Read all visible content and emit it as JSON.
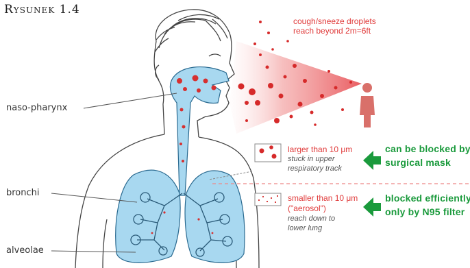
{
  "figure_label": "Rysunek 1.4",
  "anatomy_labels": {
    "naso_pharynx": "naso-pharynx",
    "bronchi": "bronchi",
    "alveolae": "alveolae"
  },
  "droplet_cone": {
    "line1": "cough/sneeze droplets",
    "line2": "reach beyond 2m=6ft"
  },
  "large_particles": {
    "title": "larger than 10 μm",
    "desc_line1": "stuck in upper",
    "desc_line2": "respiratory track",
    "filter_line1": "can be blocked by",
    "filter_line2": "surgical mask"
  },
  "small_particles": {
    "title": "smaller than 10 μm",
    "subtitle": "(\"aerosol\")",
    "desc_line1": "reach down to",
    "desc_line2": "lower lung",
    "filter_line1": "blocked efficiently",
    "filter_line2": "only by N95 filter"
  },
  "colors": {
    "airway_blue": "#a8d8f0",
    "droplet_red": "#e03a3a",
    "filter_green": "#1a9a3c",
    "person_red": "#d9706a"
  }
}
